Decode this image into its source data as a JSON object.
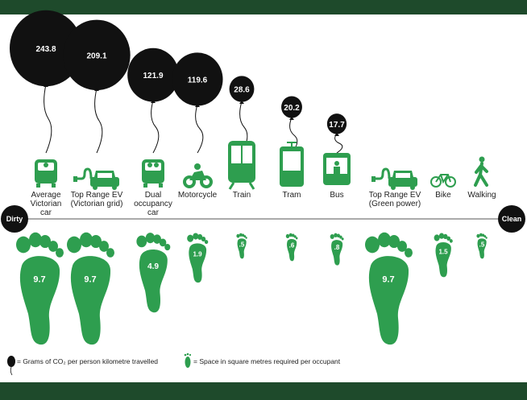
{
  "colors": {
    "green": "#2e9e4f",
    "dark_green": "#1e4a2b",
    "black": "#111111"
  },
  "scale": {
    "left_label": "Dirty",
    "right_label": "Clean"
  },
  "legend": {
    "co2": "= Grams of CO₂ per person kilometre travelled",
    "space": "= Space in square metres required per occupant"
  },
  "chart_data": {
    "type": "pictorial",
    "categories": [
      "Average Victorian car",
      "Top Range EV (Victorian grid)",
      "Dual occupancy car",
      "Motorcycle",
      "Train",
      "Tram",
      "Bus",
      "Top Range EV (Green power)",
      "Bike",
      "Walking"
    ],
    "series": [
      {
        "name": "Grams of CO2 per person kilometre travelled",
        "values": [
          243.8,
          209.1,
          121.9,
          119.6,
          28.6,
          20.2,
          17.7,
          null,
          null,
          null
        ],
        "labels": [
          "243.8",
          "209.1",
          "121.9",
          "119.6",
          "28.6",
          "20.2",
          "17.7",
          null,
          null,
          null
        ]
      },
      {
        "name": "Space in square metres required per occupant",
        "values": [
          9.7,
          9.7,
          4.9,
          1.9,
          0.5,
          0.6,
          0.8,
          9.7,
          1.5,
          0.5
        ],
        "labels": [
          "9.7",
          "9.7",
          "4.9",
          "1.9",
          ".5",
          ".6",
          ".8",
          "9.7",
          "1.5",
          ".5"
        ]
      }
    ]
  },
  "modes": [
    {
      "icon": "car-icon",
      "label_lines": [
        "Average",
        "Victorian",
        "car"
      ]
    },
    {
      "icon": "electric-car-icon",
      "label_lines": [
        "Top Range EV",
        "(Victorian grid)"
      ]
    },
    {
      "icon": "car-two-occupants-icon",
      "label_lines": [
        "Dual",
        "occupancy",
        "car"
      ]
    },
    {
      "icon": "motorcycle-icon",
      "label_lines": [
        "Motorcycle"
      ]
    },
    {
      "icon": "train-icon",
      "label_lines": [
        "Train"
      ]
    },
    {
      "icon": "tram-icon",
      "label_lines": [
        "Tram"
      ]
    },
    {
      "icon": "bus-icon",
      "label_lines": [
        "Bus"
      ]
    },
    {
      "icon": "electric-car-icon",
      "label_lines": [
        "Top Range EV",
        "(Green power)"
      ]
    },
    {
      "icon": "bike-icon",
      "label_lines": [
        "Bike"
      ]
    },
    {
      "icon": "walking-icon",
      "label_lines": [
        "Walking"
      ]
    }
  ]
}
